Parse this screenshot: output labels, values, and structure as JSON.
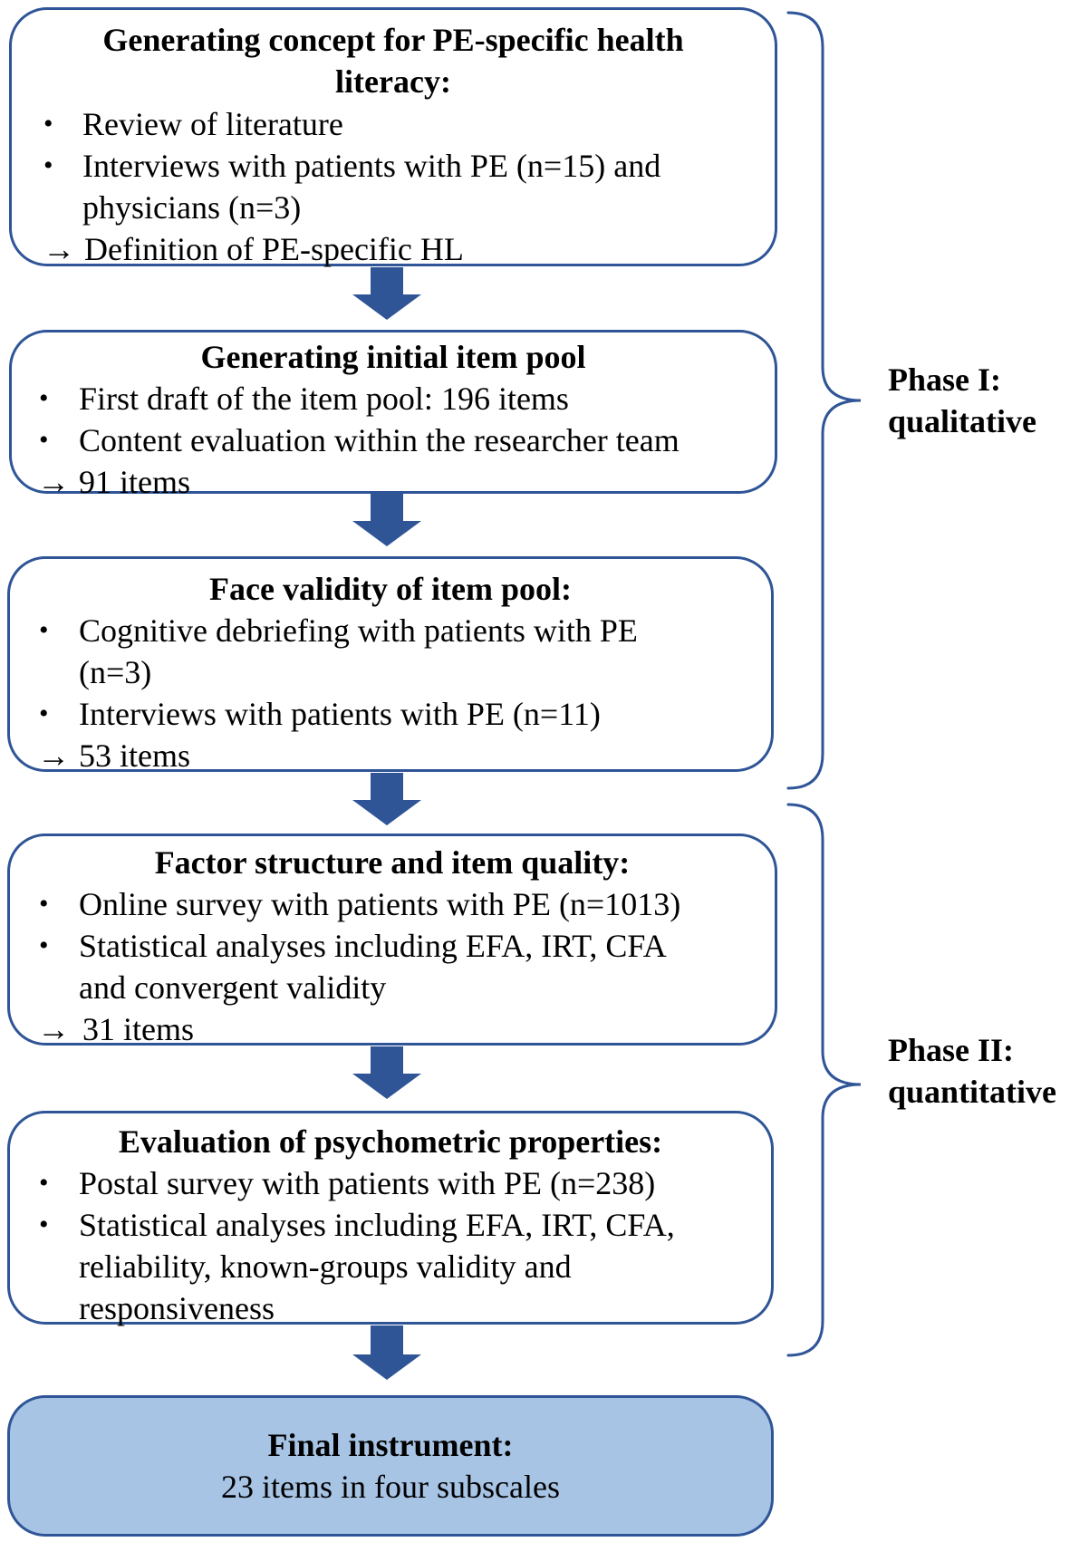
{
  "colors": {
    "border": "#2f5597",
    "arrow": "#2f5597",
    "final_fill": "#a7c4e5",
    "brace": "#2f5597"
  },
  "boxes": [
    {
      "title_1": "Generating concept for PE-specific health",
      "title_2": "literacy:",
      "bullet_1": "Review of literature",
      "bullet_2a": "Interviews with patients with PE (n=15) and",
      "bullet_2b": "physicians (n=3)",
      "result": "Definition of PE-specific HL"
    },
    {
      "title": "Generating initial item pool",
      "bullet_1": "First draft of the item pool: 196 items",
      "bullet_2": "Content evaluation within the researcher team",
      "result": "91 items"
    },
    {
      "title": "Face validity of item pool:",
      "bullet_1a": "Cognitive debriefing with patients with PE",
      "bullet_1b": "(n=3)",
      "bullet_2": "Interviews with patients with PE (n=11)",
      "result": "53 items"
    },
    {
      "title": "Factor structure and item quality:",
      "bullet_1": "Online survey with patients with PE (n=1013)",
      "bullet_2a": "Statistical analyses including EFA, IRT, CFA",
      "bullet_2b": "and convergent validity",
      "result": "31 items"
    },
    {
      "title": "Evaluation of psychometric properties:",
      "bullet_1": "Postal survey with patients with PE (n=238)",
      "bullet_2a": "Statistical analyses including EFA, IRT, CFA,",
      "bullet_2b": "reliability, known-groups validity and",
      "bullet_2c": "responsiveness"
    }
  ],
  "final": {
    "title": "Final instrument:",
    "subtitle": "23 items in four subscales"
  },
  "phases": [
    {
      "line_1": "Phase I:",
      "line_2": "qualitative"
    },
    {
      "line_1": "Phase II:",
      "line_2": "quantitative"
    }
  ],
  "symbols": {
    "bullet": "•",
    "result_arrow": "→"
  }
}
